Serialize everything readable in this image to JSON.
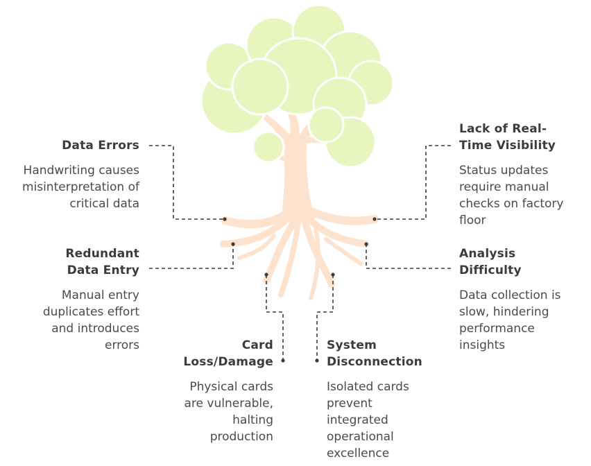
{
  "colors": {
    "canopy": "#e8f5be",
    "canopy_stroke": "#ffffff",
    "trunk": "#fde3cd",
    "connector": "#3c3c3c"
  },
  "items": [
    {
      "id": "data-errors",
      "title": "Data Errors",
      "description": "Handwriting causes misinterpretation of critical data"
    },
    {
      "id": "redundant-entry",
      "title": "Redundant Data Entry",
      "description": "Manual entry duplicates effort and introduces errors"
    },
    {
      "id": "card-loss",
      "title": "Card Loss/Damage",
      "description": "Physical cards are vulnerable, halting production"
    },
    {
      "id": "system-disconnection",
      "title": "System Disconnection",
      "description": "Isolated cards prevent integrated operational excellence"
    },
    {
      "id": "lack-visibility",
      "title": "Lack of Real-Time Visibility",
      "description": "Status updates require manual checks on factory floor"
    },
    {
      "id": "analysis-difficulty",
      "title": "Analysis Difficulty",
      "description": "Data collection is slow, hindering performance insights"
    }
  ]
}
